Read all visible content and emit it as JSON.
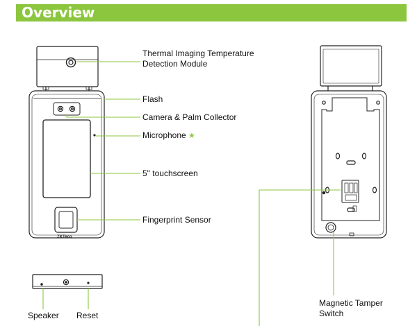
{
  "header": {
    "title": "Overview"
  },
  "labels": {
    "thermal_line1": "Thermal Imaging Temperature",
    "thermal_line2": "Detection Module",
    "flash": "Flash",
    "camera": "Camera & Palm Collector",
    "microphone": "Microphone",
    "microphone_star": "★",
    "touchscreen": "5\" touchscreen",
    "fingerprint": "Fingerprint Sensor",
    "speaker": "Speaker",
    "reset": "Reset",
    "tamper_line1": "Magnetic Tamper",
    "tamper_line2": "Switch",
    "brand_mark": "ZKTeco"
  },
  "colors": {
    "accent": "#8cc63f",
    "line": "#222222",
    "text": "#111111"
  }
}
